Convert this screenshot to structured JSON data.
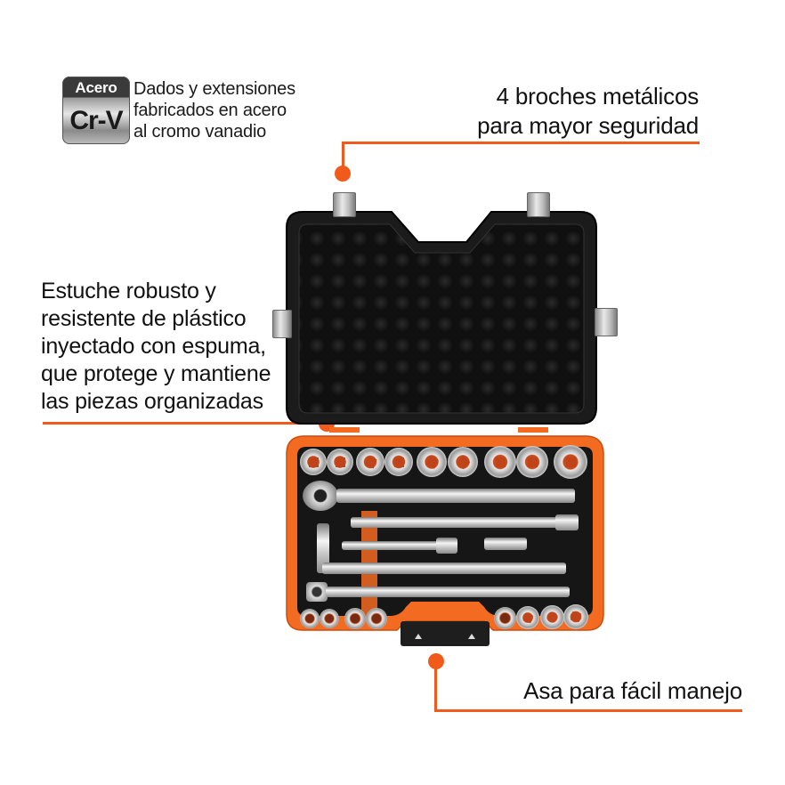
{
  "material_badge": {
    "top_label": "Acero",
    "main_label": "Cr-V",
    "description_lines": [
      "Dados y extensiones",
      "fabricados en acero",
      "al cromo vanadio"
    ]
  },
  "callouts": {
    "latches": {
      "lines": [
        "4 broches metálicos",
        "para mayor seguridad"
      ]
    },
    "case": {
      "lines": [
        "Estuche robusto y",
        "resistente de plástico",
        "inyectado con espuma,",
        "que protege y mantiene",
        "las piezas organizadas"
      ]
    },
    "handle": {
      "lines": [
        "Asa para fácil manejo"
      ]
    }
  },
  "colors": {
    "accent": "#f05a1a",
    "case_orange": "#f36a21",
    "case_black": "#1b1b1b",
    "text": "#111111"
  },
  "product": {
    "top_row_sockets": 9,
    "bottom_left_sockets": 4,
    "bottom_right_sockets": 4,
    "latch_count": 4
  }
}
